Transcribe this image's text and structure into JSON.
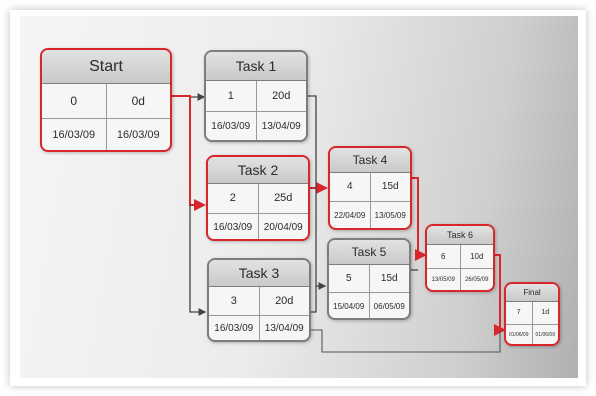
{
  "diagram": {
    "colors": {
      "critical": "#d9262b",
      "normal": "#7d7d7d",
      "header": "#cfcfcf"
    },
    "nodes": [
      {
        "id": "start",
        "title": "Start",
        "id_number": "0",
        "duration": "0d",
        "start_date": "16/03/09",
        "finish_date": "16/03/09",
        "critical": true
      },
      {
        "id": "task1",
        "title": "Task 1",
        "id_number": "1",
        "duration": "20d",
        "start_date": "16/03/09",
        "finish_date": "13/04/09",
        "critical": false
      },
      {
        "id": "task2",
        "title": "Task 2",
        "id_number": "2",
        "duration": "25d",
        "start_date": "16/03/09",
        "finish_date": "20/04/09",
        "critical": true
      },
      {
        "id": "task3",
        "title": "Task 3",
        "id_number": "3",
        "duration": "20d",
        "start_date": "16/03/09",
        "finish_date": "13/04/09",
        "critical": false
      },
      {
        "id": "task4",
        "title": "Task 4",
        "id_number": "4",
        "duration": "15d",
        "start_date": "22/04/09",
        "finish_date": "13/05/09",
        "critical": true
      },
      {
        "id": "task5",
        "title": "Task 5",
        "id_number": "5",
        "duration": "15d",
        "start_date": "15/04/09",
        "finish_date": "06/05/09",
        "critical": false
      },
      {
        "id": "task6",
        "title": "Task 6",
        "id_number": "6",
        "duration": "10d",
        "start_date": "13/05/09",
        "finish_date": "26/05/09",
        "critical": true
      },
      {
        "id": "final",
        "title": "Final",
        "id_number": "7",
        "duration": "1d",
        "start_date": "01/06/09",
        "finish_date": "01/06/09",
        "critical": true
      }
    ]
  }
}
